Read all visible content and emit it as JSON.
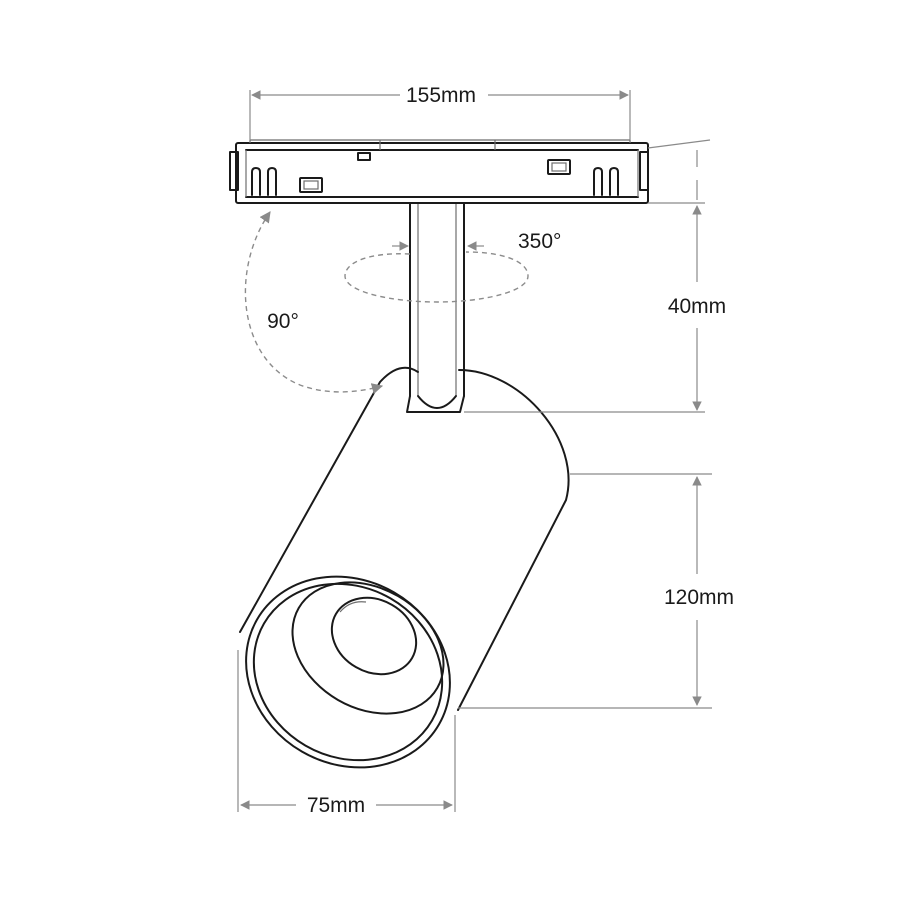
{
  "dimensions": {
    "width_label": "155mm",
    "stem_label": "40mm",
    "body_label": "120mm",
    "diameter_label": "75mm"
  },
  "rotations": {
    "pan_label": "350°",
    "tilt_label": "90°"
  },
  "colors": {
    "line": "#1a1a1a",
    "dimension": "#8a8a8a",
    "dashed_arc": "#8c8c8c"
  }
}
